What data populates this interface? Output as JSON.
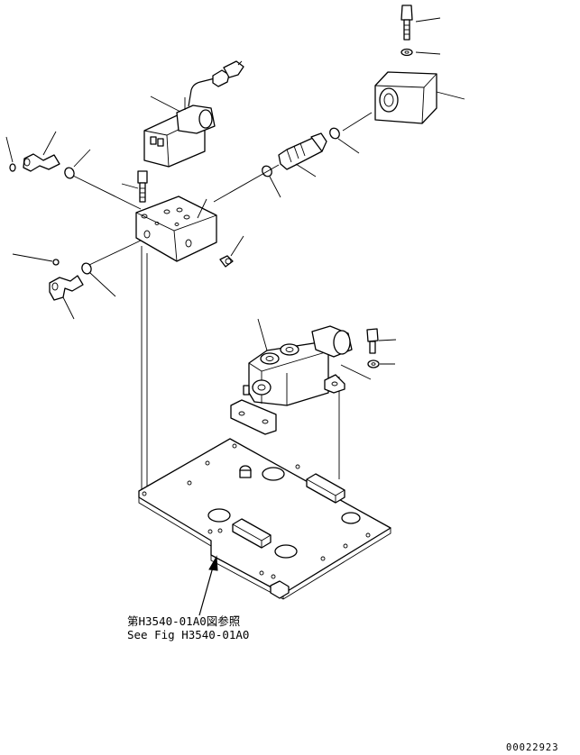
{
  "reference": {
    "japanese": "第H3540-01A0図参照",
    "english": "See Fig H3540-01A0"
  },
  "drawing_number": "00022923"
}
